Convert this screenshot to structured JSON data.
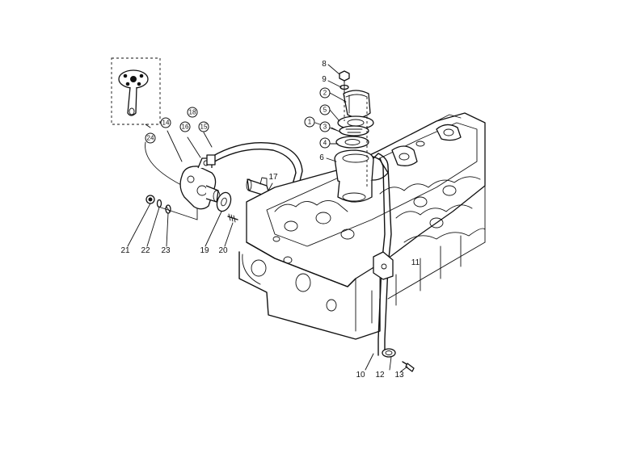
{
  "parts": {
    "p1": "1",
    "p2": "2",
    "p3": "3",
    "p4": "4",
    "p5": "5",
    "p6": "6",
    "p8": "8",
    "p9": "9",
    "p10": "10",
    "p11": "11",
    "p12": "12",
    "p13": "13",
    "p14": "14",
    "p15": "15",
    "p16": "16",
    "p17": "17",
    "p18": "18",
    "p19": "19",
    "p20": "20",
    "p21": "21",
    "p22": "22",
    "p23": "23",
    "p24": "24"
  }
}
